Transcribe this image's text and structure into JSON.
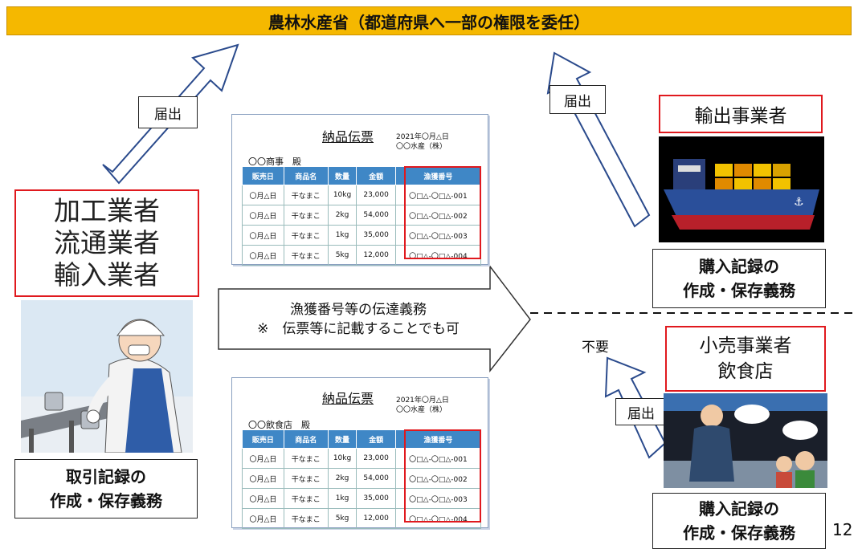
{
  "banner": "農林水産省（都道府県へ一部の権限を委任）",
  "actors": [
    "加工業者",
    "流通業者",
    "輸入業者"
  ],
  "left_todoke": "届出",
  "left_duty": [
    "取引記録の",
    "作成・保存義務"
  ],
  "slips": [
    {
      "title": "納品伝票",
      "date": "2021年〇月△日",
      "company": "〇〇水産（株）",
      "to": "〇〇商事　殿",
      "headers": [
        "販売日",
        "商品名",
        "数量",
        "金額",
        "漁獲番号"
      ],
      "rows": [
        [
          "〇月△日",
          "干なまこ",
          "10kg",
          "23,000",
          "〇□△-〇□△-001"
        ],
        [
          "〇月△日",
          "干なまこ",
          "2kg",
          "54,000",
          "〇□△-〇□△-002"
        ],
        [
          "〇月△日",
          "干なまこ",
          "1kg",
          "35,000",
          "〇□△-〇□△-003"
        ],
        [
          "〇月△日",
          "干なまこ",
          "5kg",
          "12,000",
          "〇□△-〇□△-004"
        ]
      ]
    },
    {
      "title": "納品伝票",
      "date": "2021年〇月△日",
      "company": "〇〇水産（株）",
      "to": "〇〇飲食店　殿",
      "headers": [
        "販売日",
        "商品名",
        "数量",
        "金額",
        "漁獲番号"
      ],
      "rows": [
        [
          "〇月△日",
          "干なまこ",
          "10kg",
          "23,000",
          "〇□△-〇□△-001"
        ],
        [
          "〇月△日",
          "干なまこ",
          "2kg",
          "54,000",
          "〇□△-〇□△-002"
        ],
        [
          "〇月△日",
          "干なまこ",
          "1kg",
          "35,000",
          "〇□△-〇□△-003"
        ],
        [
          "〇月△日",
          "干なまこ",
          "5kg",
          "12,000",
          "〇□△-〇□△-004"
        ]
      ]
    }
  ],
  "center_arrow_lines": [
    "漁獲番号等の伝達義務",
    "※　伝票等に記載することでも可"
  ],
  "exporter": "輸出事業者",
  "exporter_todoke": "届出",
  "exporter_duty": [
    "購入記録の",
    "作成・保存義務"
  ],
  "retailer": [
    "小売事業者",
    "飲食店"
  ],
  "retailer_todoke": "届出",
  "retailer_not_required": "不要",
  "retailer_duty": [
    "購入記録の",
    "作成・保存義務"
  ],
  "page_number": "12",
  "colors": {
    "banner": "#f5b800",
    "highlight": "#e0191e",
    "table_header": "#3f87c6",
    "arrow_outline": "#2a4a8c"
  },
  "icons": [
    "factory-worker-illustration",
    "cargo-ship-illustration",
    "fish-shop-illustration"
  ]
}
